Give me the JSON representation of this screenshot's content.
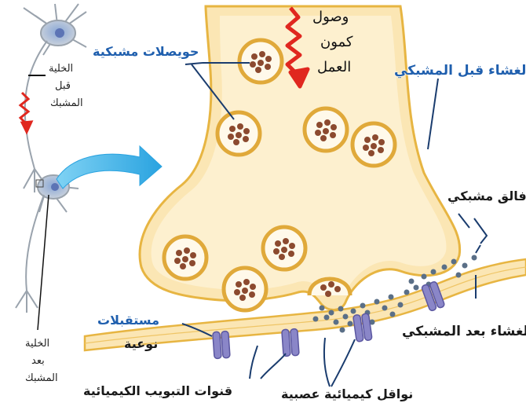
{
  "labels": {
    "arrival": [
      "وصول",
      "كمون",
      "العمل"
    ],
    "vesicles": "حويصلات مشبكية",
    "presynaptic_membrane": "الغشاء قبل المشبكي",
    "synaptic_cleft": "فالق مشبكي",
    "postsynaptic_membrane": "الغشاء بعد المشبكي",
    "receptors": [
      "مستقبلات",
      "نوعية"
    ],
    "channels": "قنوات التبويب الكيميائية",
    "neurotransmitters": "نواقل كيميائية عصبية",
    "presynaptic_cell": [
      "الخلية",
      "قبل",
      "المشبك"
    ],
    "postsynaptic_cell": [
      "الخلية",
      "بعد",
      "المشبك"
    ]
  },
  "colors": {
    "terminal_fill": "#fbe6b4",
    "terminal_inner": "#fdf0cf",
    "terminal_stroke": "#e7b542",
    "vesicle_stroke": "#e0a93a",
    "vesicle_fill": "#fff9ea",
    "transmitter": "#8c4a2f",
    "cleft_dot": "#5a6f87",
    "receptor": "#8a86c8",
    "label_blue": "#1f5fae",
    "arrow_red": "#e0271f",
    "arrow_blue": "#3db2e6",
    "neuron": "#9aa3ad"
  }
}
